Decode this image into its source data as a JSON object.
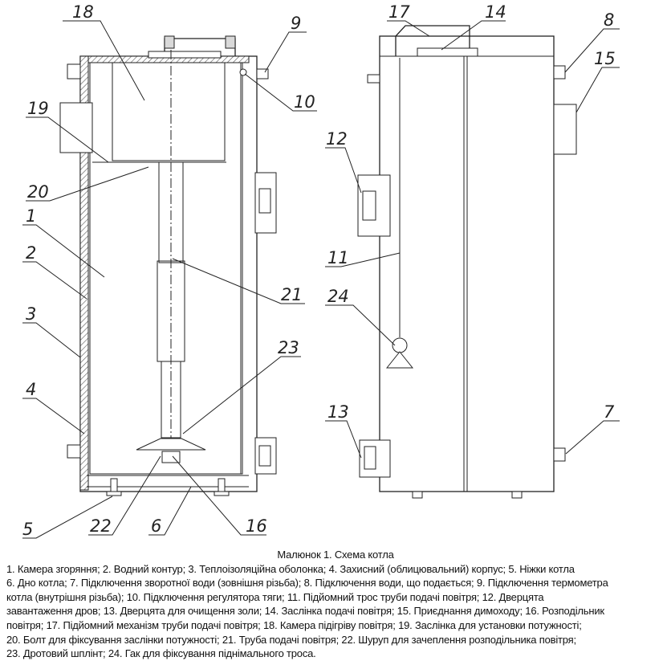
{
  "labels": {
    "n1": "1",
    "n2": "2",
    "n3": "3",
    "n4": "4",
    "n5": "5",
    "n6": "6",
    "n7": "7",
    "n8": "8",
    "n9": "9",
    "n10": "10",
    "n11": "11",
    "n12": "12",
    "n13": "13",
    "n14": "14",
    "n15": "15",
    "n16": "16",
    "n17": "17",
    "n18": "18",
    "n19": "19",
    "n20": "20",
    "n21": "21",
    "n22": "22",
    "n23": "23",
    "n24": "24"
  },
  "caption": {
    "title": "Малюнок 1. Схема котла",
    "lines": [
      "1. Камера згоряння; 2. Водний контур; 3. Теплоізоляційна оболонка; 4. Захисний (облицювальний) корпус; 5. Ніжки котла",
      "6. Дно котла; 7. Підключення зворотної води (зовнішня різьба); 8. Підключення води, що подається; 9. Підключення термометра",
      "котла (внутрішня різьба); 10. Підключення регулятора тяги; 11. Підйомний трос труби подачі повітря; 12. Дверцята",
      "завантаження дров; 13. Дверцята для очищення золи; 14. Заслінка подачі повітря; 15. Приєднання димоходу; 16. Розподільник",
      "повітря; 17. Підйомний механізм труби подачі повітря; 18. Камера підігріву повітря; 19. Заслінка для установки потужності;",
      "20. Болт для фіксування заслінки потужності; 21. Труба подачі повітря; 22. Шуруп для зачеплення розподільника повітря;",
      "23. Дротовий шплінт; 24. Гак для фіксування піднімального троса."
    ]
  }
}
